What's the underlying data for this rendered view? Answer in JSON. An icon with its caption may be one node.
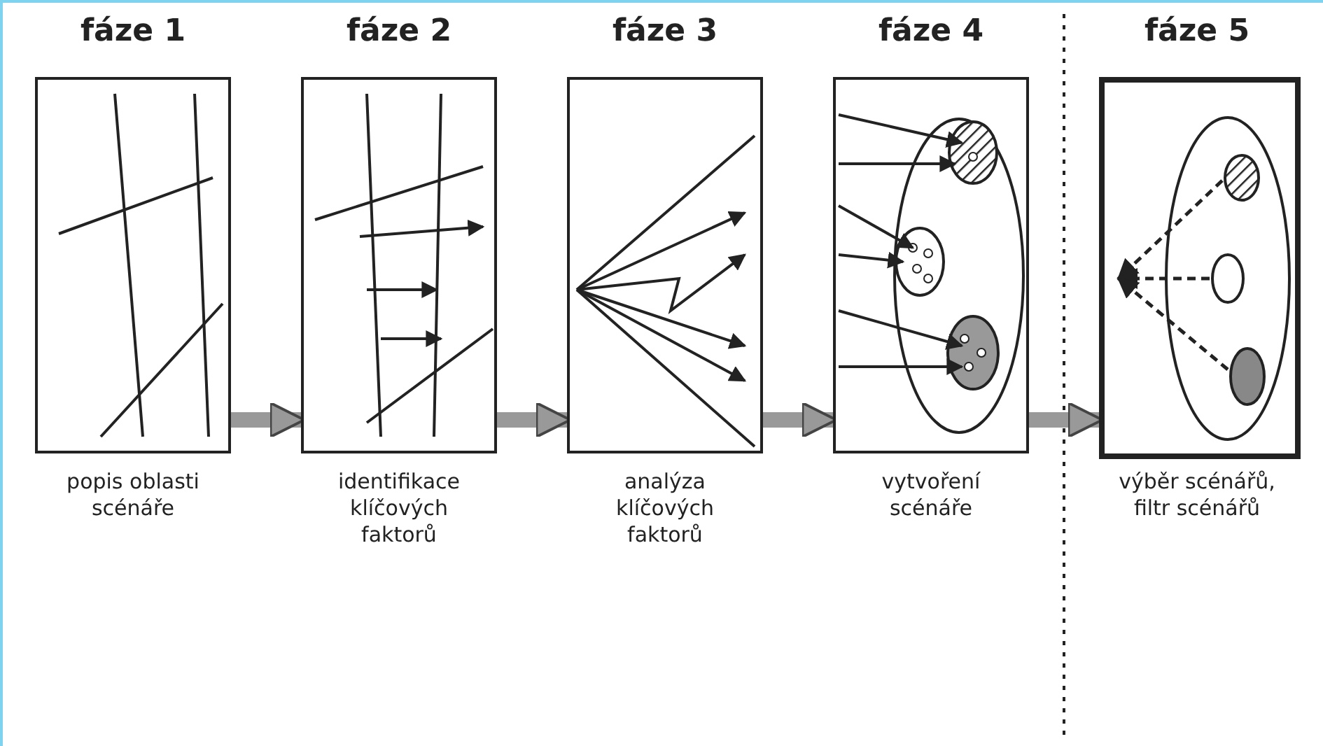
{
  "diagram": {
    "nodes": [
      {
        "text": [
          "fáze 1",
          "popis oblasti scénáře"
        ]
      },
      {
        "text": [
          "fáze 2",
          "identifikace klíčových faktorů"
        ]
      },
      {
        "text": [
          "fáze 3",
          "analýza klíčových faktorů"
        ]
      },
      {
        "text": [
          "fáze 4",
          "vytvoření scénáře"
        ]
      },
      {
        "text": [
          "fáze 5",
          "výběr scénářů, filtr scénářů"
        ]
      }
    ],
    "edges": [
      {
        "from": 0,
        "to": 1,
        "arrow": "to"
      },
      {
        "from": 1,
        "to": 2,
        "arrow": "to"
      },
      {
        "from": 2,
        "to": 3,
        "arrow": "to"
      },
      {
        "from": 3,
        "to": 4,
        "arrow": "to"
      }
    ]
  }
}
